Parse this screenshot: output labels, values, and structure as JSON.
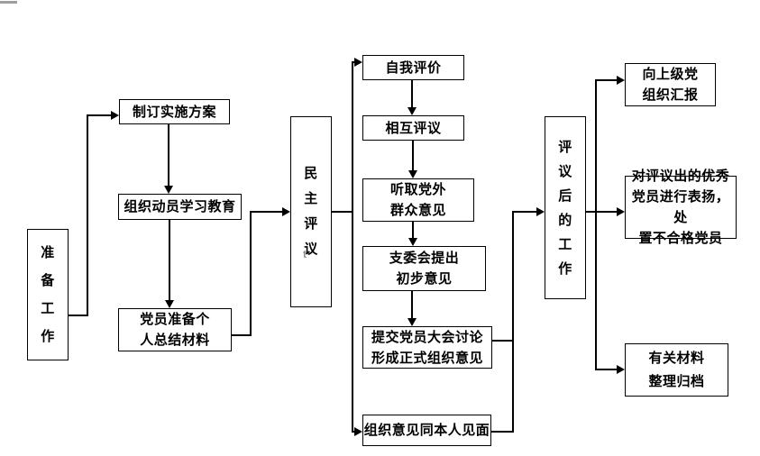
{
  "diagram": {
    "type": "flowchart",
    "background_color": "#ffffff",
    "line_color": "#000000",
    "nodes": {
      "prepare": {
        "label": "准备工作",
        "display": "准\n备\n工\n作"
      },
      "plan": {
        "label": "制订实施方案",
        "display": "制订实施方案"
      },
      "mobilize": {
        "label": "组织动员学习教育",
        "display": "组织动员学习教育"
      },
      "materials": {
        "label": "党员准备个人总结材料",
        "display": "党员准备个\n人总结材料"
      },
      "minzhu": {
        "label": "民主评议",
        "display": "民\n主\n评\n议"
      },
      "self_eval": {
        "label": "自我评价",
        "display": "自我评价"
      },
      "mutual": {
        "label": "相互评议",
        "display": "相互评议"
      },
      "outside": {
        "label": "听取党外群众意见",
        "display": "听取党外\n群众意见"
      },
      "committee": {
        "label": "支委会提出初步意见",
        "display": "支委会提出\n初步意见"
      },
      "congress": {
        "label": "提交党员大会讨论形成正式组织意见",
        "display": "提交党员大会讨论\n形成正式组织意见"
      },
      "meet": {
        "label": "组织意见同本人见面",
        "display": "组织意见同本人见面"
      },
      "after": {
        "label": "评议后的工作",
        "display": "评\n议\n后\n的\n工\n作"
      },
      "report": {
        "label": "向上级党组织汇报",
        "display": "向上级党\n组织汇报"
      },
      "praise": {
        "label": "对评议出的优秀党员进行表扬，处置不合格党员",
        "display": "对评议出的优秀\n党员进行表扬，处\n置不合格党员"
      },
      "archive": {
        "label": "有关材料整理归档",
        "display": "有关材料\n整理归档"
      }
    },
    "edges": [
      {
        "from": "准备工作",
        "to": "制订实施方案"
      },
      {
        "from": "制订实施方案",
        "to": "组织动员学习教育"
      },
      {
        "from": "组织动员学习教育",
        "to": "党员准备个人总结材料"
      },
      {
        "from": "党员准备个人总结材料",
        "to": "民主评议"
      },
      {
        "from": "民主评议",
        "to": "自我评价"
      },
      {
        "from": "自我评价",
        "to": "相互评议"
      },
      {
        "from": "相互评议",
        "to": "听取党外群众意见"
      },
      {
        "from": "听取党外群众意见",
        "to": "支委会提出初步意见"
      },
      {
        "from": "支委会提出初步意见",
        "to": "提交党员大会讨论形成正式组织意见"
      },
      {
        "from": "民主评议",
        "to": "组织意见同本人见面"
      },
      {
        "from": "提交党员大会讨论形成正式组织意见",
        "to": "评议后的工作"
      },
      {
        "from": "组织意见同本人见面",
        "to": "评议后的工作"
      },
      {
        "from": "评议后的工作",
        "to": "向上级党组织汇报"
      },
      {
        "from": "评议后的工作",
        "to": "对评议出的优秀党员进行表扬，处置不合格党员"
      },
      {
        "from": "评议后的工作",
        "to": "有关材料整理归档"
      }
    ],
    "artifacts": {
      "anchor_mark": "t"
    }
  }
}
